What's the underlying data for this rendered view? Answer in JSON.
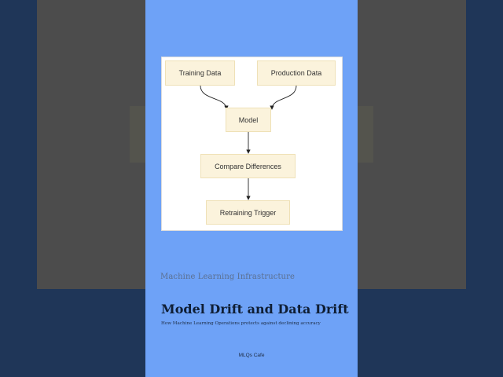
{
  "diagram": {
    "nodes": {
      "training_data": "Training Data",
      "production_data": "Production Data",
      "model": "Model",
      "compare": "Compare Differences",
      "retraining": "Retraining Trigger"
    }
  },
  "card": {
    "category": "Machine Learning Infrastructure",
    "title": "Model Drift and Data Drift",
    "tagline": "How Machine Learning Operations protects against declining accuracy",
    "brand": "MLQs Cafe"
  },
  "colors": {
    "page_background": "#1f3658",
    "card_background": "#6ea2f7",
    "node_fill": "#fbf3dc",
    "node_border": "#efe1b7"
  }
}
